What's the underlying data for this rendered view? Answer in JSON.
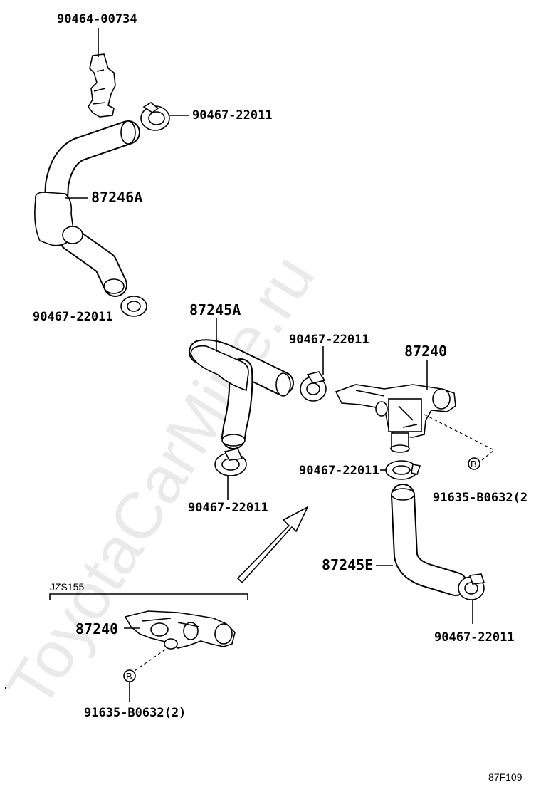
{
  "labels": {
    "clip_top": "90464-00734",
    "clamp_top": "90467-22011",
    "hose_upper": "87246A",
    "clamp_upper_bottom": "90467-22011",
    "hose_middle": "87245A",
    "clamp_middle_top": "90467-22011",
    "valve_main": "87240",
    "clamp_valve_bottom": "90467-22011",
    "bolt_main": "91635-B0632(2",
    "clamp_middle_bottom": "90467-22011",
    "hose_lower": "87245E",
    "clamp_lower": "90467-22011",
    "variant_group": "JZS155",
    "valve_variant": "87240",
    "bolt_variant": "91635-B0632(2)",
    "diagram_code": "87F109"
  },
  "bolt_marks": {
    "main": "B",
    "variant": "B"
  },
  "watermark": "ToyotaCarMine.ru"
}
